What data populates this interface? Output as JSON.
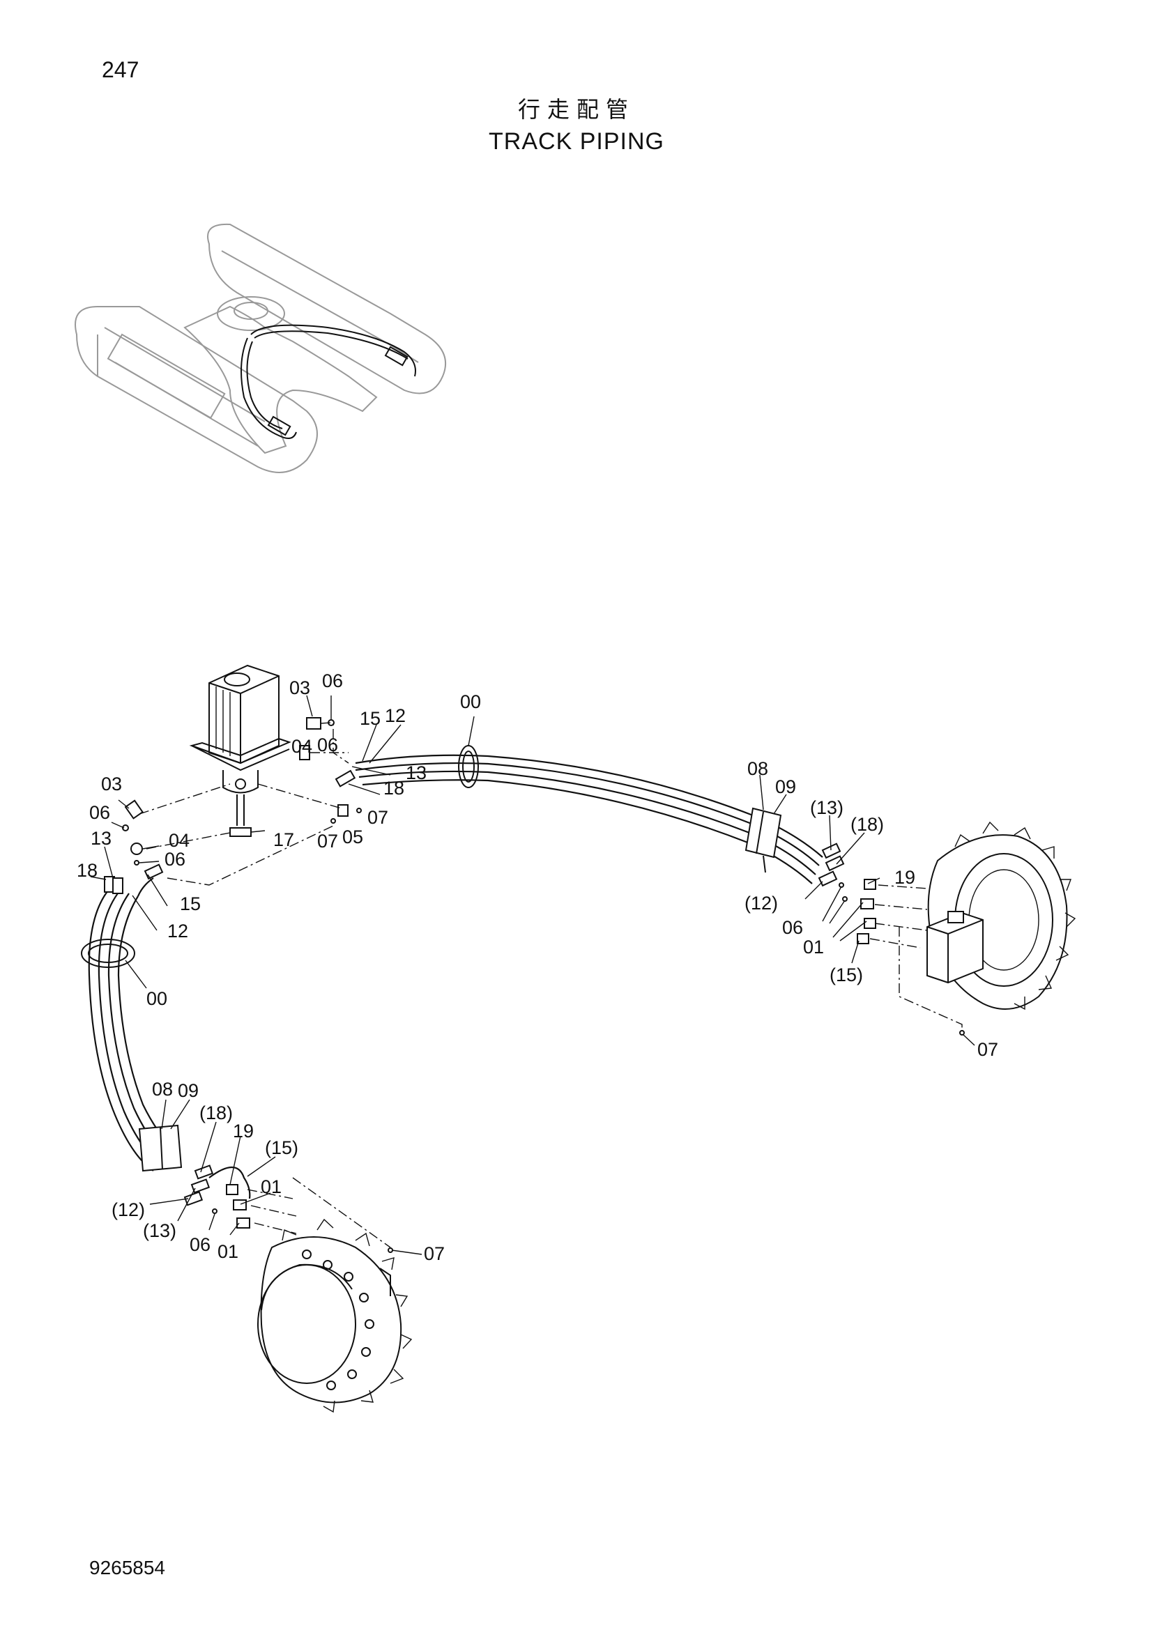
{
  "header": {
    "page_number": "247",
    "title_cn": "行走配管",
    "title_en": "TRACK PIPING"
  },
  "footer": {
    "doc_number": "9265854"
  },
  "callouts": {
    "swivel_03_top": "03",
    "swivel_06_top": "06",
    "swivel_15": "15",
    "swivel_12": "12",
    "swivel_04": "04",
    "swivel_06_mid": "06",
    "swivel_13": "13",
    "swivel_18": "18",
    "swivel_17": "17",
    "swivel_07_a": "07",
    "swivel_05": "05",
    "swivel_07_b": "07",
    "clamp_00_top": "00",
    "left_03": "03",
    "left_06_a": "06",
    "left_04": "04",
    "left_06_b": "06",
    "left_13": "13",
    "left_18": "18",
    "left_15": "15",
    "left_12": "12",
    "left_00": "00",
    "right_08": "08",
    "right_09": "09",
    "right_13p": "(13)",
    "right_18p": "(18)",
    "right_19": "19",
    "right_12p": "(12)",
    "right_06": "06",
    "right_01": "01",
    "right_15p": "(15)",
    "right_07": "07",
    "bottom_08": "08",
    "bottom_09": "09",
    "bottom_18p": "(18)",
    "bottom_19": "19",
    "bottom_15p": "(15)",
    "bottom_01_a": "01",
    "bottom_12p": "(12)",
    "bottom_13p": "(13)",
    "bottom_06": "06",
    "bottom_01_b": "01",
    "bottom_07": "07"
  }
}
